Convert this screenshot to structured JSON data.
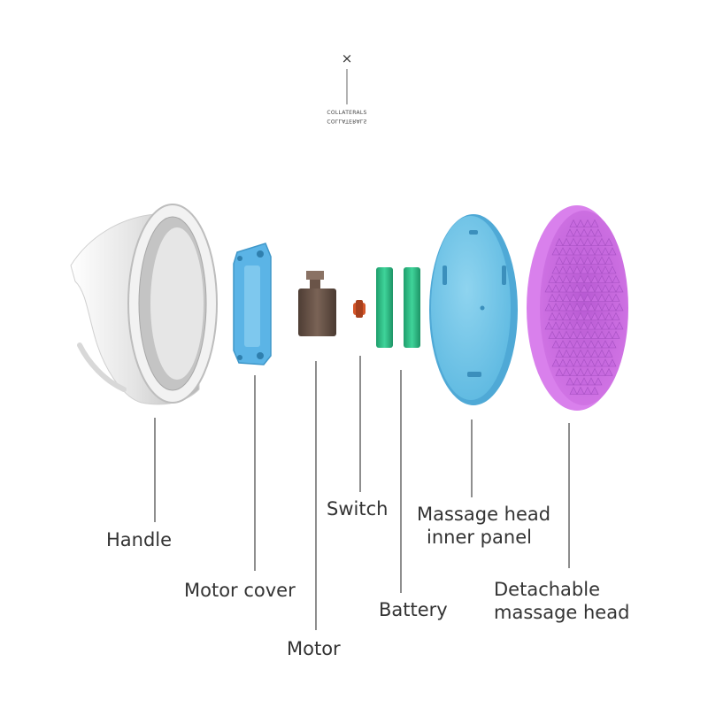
{
  "brand": {
    "mark": "×",
    "name": "COLLATERALS",
    "name_mirrored": "COLLATERALS"
  },
  "labels": {
    "handle": "Handle",
    "motor_cover": "Motor cover",
    "motor": "Motor",
    "switch": "Switch",
    "battery": "Battery",
    "inner_panel_line1": "Massage head",
    "inner_panel_line2": "inner panel",
    "detachable_line1": "Detachable",
    "detachable_line2": "massage head"
  },
  "colors": {
    "handle": "#e8e8e8",
    "motor_cover": "#5bb4e6",
    "motor": "#6a5448",
    "switch": "#d4562a",
    "battery": "#2fbf86",
    "inner_panel": "#7ecbe9",
    "massage_head": "#cf6fe6",
    "leader_line": "#444444",
    "label_text": "#333333"
  }
}
